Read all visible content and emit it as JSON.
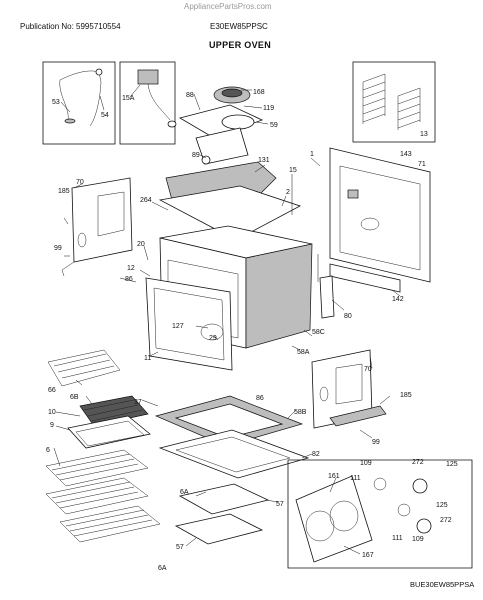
{
  "header": {
    "watermark": "AppliancePartsPros.com",
    "publication": "Publication No: 5995710554",
    "model": "E30EW85PPSC",
    "title": "UPPER OVEN"
  },
  "footer": {
    "code": "BUE30EW85PPSA"
  },
  "callouts": [
    {
      "id": "c53",
      "text": "53"
    },
    {
      "id": "c54",
      "text": "54"
    },
    {
      "id": "c15a",
      "text": "15A"
    },
    {
      "id": "c88",
      "text": "88"
    },
    {
      "id": "c168",
      "text": "168"
    },
    {
      "id": "c119",
      "text": "119"
    },
    {
      "id": "c59",
      "text": "59"
    },
    {
      "id": "c13",
      "text": "13"
    },
    {
      "id": "c143",
      "text": "143"
    },
    {
      "id": "c71",
      "text": "71"
    },
    {
      "id": "c1",
      "text": "1"
    },
    {
      "id": "c89",
      "text": "89"
    },
    {
      "id": "c131",
      "text": "131"
    },
    {
      "id": "c15",
      "text": "15"
    },
    {
      "id": "c185a",
      "text": "185"
    },
    {
      "id": "c70a",
      "text": "70"
    },
    {
      "id": "c2",
      "text": "2"
    },
    {
      "id": "c264",
      "text": "264"
    },
    {
      "id": "c99a",
      "text": "99"
    },
    {
      "id": "c20",
      "text": "20"
    },
    {
      "id": "c12",
      "text": "12"
    },
    {
      "id": "c86a",
      "text": "86"
    },
    {
      "id": "c142",
      "text": "142"
    },
    {
      "id": "c80",
      "text": "80"
    },
    {
      "id": "c127",
      "text": "127"
    },
    {
      "id": "c29",
      "text": "29"
    },
    {
      "id": "c58c",
      "text": "58C"
    },
    {
      "id": "c11",
      "text": "11"
    },
    {
      "id": "c58a",
      "text": "58A"
    },
    {
      "id": "c66",
      "text": "66"
    },
    {
      "id": "c70b",
      "text": "70"
    },
    {
      "id": "c6b",
      "text": "6B"
    },
    {
      "id": "c37",
      "text": "37"
    },
    {
      "id": "c86b",
      "text": "86"
    },
    {
      "id": "c185b",
      "text": "185"
    },
    {
      "id": "c10",
      "text": "10"
    },
    {
      "id": "c58b",
      "text": "58B"
    },
    {
      "id": "c9",
      "text": "9"
    },
    {
      "id": "c99b",
      "text": "99"
    },
    {
      "id": "c6",
      "text": "6"
    },
    {
      "id": "c82",
      "text": "82"
    },
    {
      "id": "c161",
      "text": "161"
    },
    {
      "id": "c109a",
      "text": "109"
    },
    {
      "id": "c272a",
      "text": "272"
    },
    {
      "id": "c125a",
      "text": "125"
    },
    {
      "id": "c111a",
      "text": "111"
    },
    {
      "id": "c6a1",
      "text": "6A"
    },
    {
      "id": "c57a",
      "text": "57"
    },
    {
      "id": "c125b",
      "text": "125"
    },
    {
      "id": "c272b",
      "text": "272"
    },
    {
      "id": "c111b",
      "text": "111"
    },
    {
      "id": "c109b",
      "text": "109"
    },
    {
      "id": "c57b",
      "text": "57"
    },
    {
      "id": "c167",
      "text": "167"
    },
    {
      "id": "c6a2",
      "text": "6A"
    }
  ]
}
